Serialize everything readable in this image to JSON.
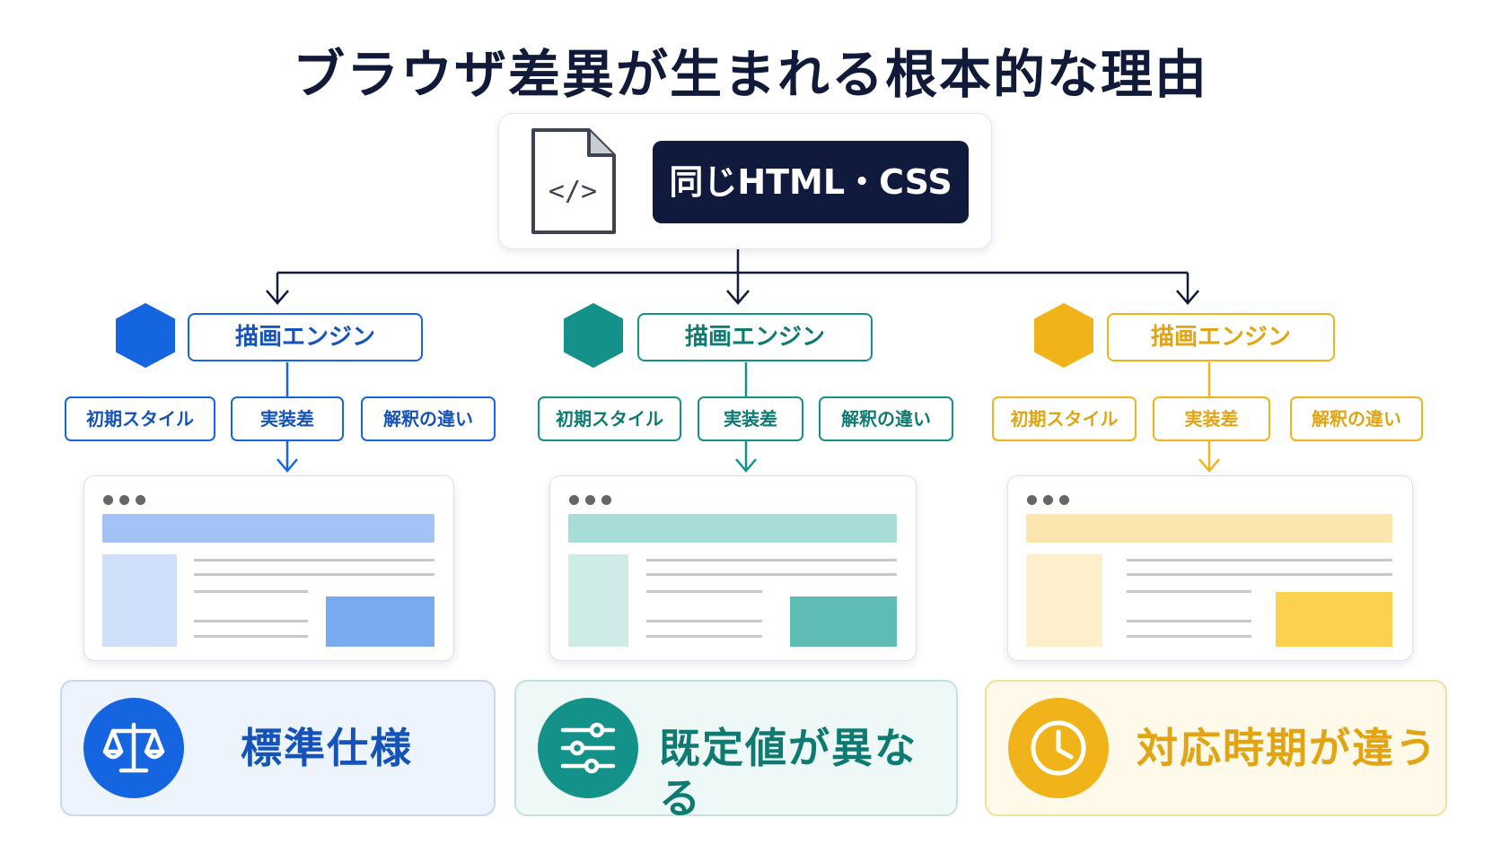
{
  "title": "ブラウザ差異が生まれる根本的な理由",
  "source": {
    "label": "同じHTML・CSS",
    "icon": "code-file-icon"
  },
  "columns": [
    {
      "engine_label": "描画エンジン",
      "chips": [
        "初期スタイル",
        "実装差",
        "解釈の違い"
      ],
      "result_label": "標準仕様",
      "result_icon": "balance-scale-icon",
      "accent": "#1565e0",
      "text_color": "#1553b8"
    },
    {
      "engine_label": "描画エンジン",
      "chips": [
        "初期スタイル",
        "実装差",
        "解釈の違い"
      ],
      "result_label": "既定値が異なる",
      "result_icon": "sliders-icon",
      "accent": "#14928a",
      "text_color": "#0f7a72"
    },
    {
      "engine_label": "描画エンジン",
      "chips": [
        "初期スタイル",
        "実装差",
        "解釈の違い"
      ],
      "result_label": "対応時期が違う",
      "result_icon": "clock-icon",
      "accent": "#f0b41a",
      "text_color": "#e0a414"
    }
  ]
}
